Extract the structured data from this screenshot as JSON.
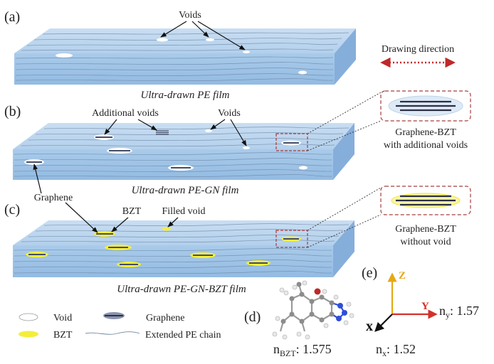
{
  "panels": {
    "a": {
      "label": "(a)",
      "caption": "Ultra-drawn PE film",
      "voids_label": "Voids"
    },
    "b": {
      "label": "(b)",
      "caption": "Ultra-drawn PE-GN film",
      "additional_voids_label": "Additional voids",
      "voids_label": "Voids",
      "graphene_label": "Graphene"
    },
    "c": {
      "label": "(c)",
      "caption": "Ultra-drawn PE-GN-BZT film",
      "bzt_label": "BZT",
      "filled_void_label": "Filled void"
    },
    "d": {
      "label": "(d)",
      "n_main": "n",
      "n_sub": "BZT",
      "n_value": ": 1.575"
    },
    "e": {
      "label": "(e)",
      "axis_x": "x",
      "axis_y": "Y",
      "axis_z": "Z",
      "nx_main": "n",
      "nx_sub": "x",
      "nx_value": ": 1.52",
      "ny_main": "n",
      "ny_sub": "y",
      "ny_value": ": 1.57"
    }
  },
  "drawing_direction_label": "Drawing direction",
  "insets": {
    "b": {
      "line1": "Graphene-BZT",
      "line2": "with additional voids"
    },
    "c": {
      "line1": "Graphene-BZT",
      "line2": "without void"
    }
  },
  "legend": {
    "void": "Void",
    "bzt": "BZT",
    "graphene": "Graphene",
    "pe_chain": "Extended PE chain"
  },
  "colors": {
    "film_top": "#bcd6ee",
    "film_front": "#9fc3e6",
    "film_side": "#86aedb",
    "void": "#ffffff",
    "bzt": "#f4ee3a",
    "graphene": "#444c66",
    "arrow_red": "#c0282a",
    "inset_border": "#a43d3d",
    "axis_z": "#e6a817",
    "axis_y": "#d4302a",
    "axis_x": "#111111"
  }
}
